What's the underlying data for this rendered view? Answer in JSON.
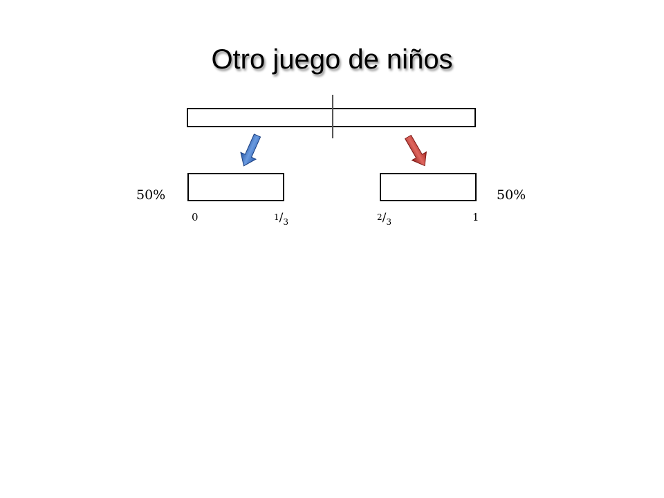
{
  "title": "Otro juego de niños",
  "left_percent": "50%",
  "right_percent": "50%",
  "ticks": {
    "zero": "0",
    "one_third": {
      "num": "1",
      "slash": "/",
      "den": "3"
    },
    "two_thirds": {
      "num": "2",
      "slash": "/",
      "den": "3"
    },
    "one": "1"
  },
  "colors": {
    "left_arrow": "#3a6fc4",
    "right_arrow": "#c0342f",
    "outline": "#000000"
  },
  "icons": {
    "left_arrow": "arrow-down-left-icon",
    "right_arrow": "arrow-down-right-icon"
  }
}
